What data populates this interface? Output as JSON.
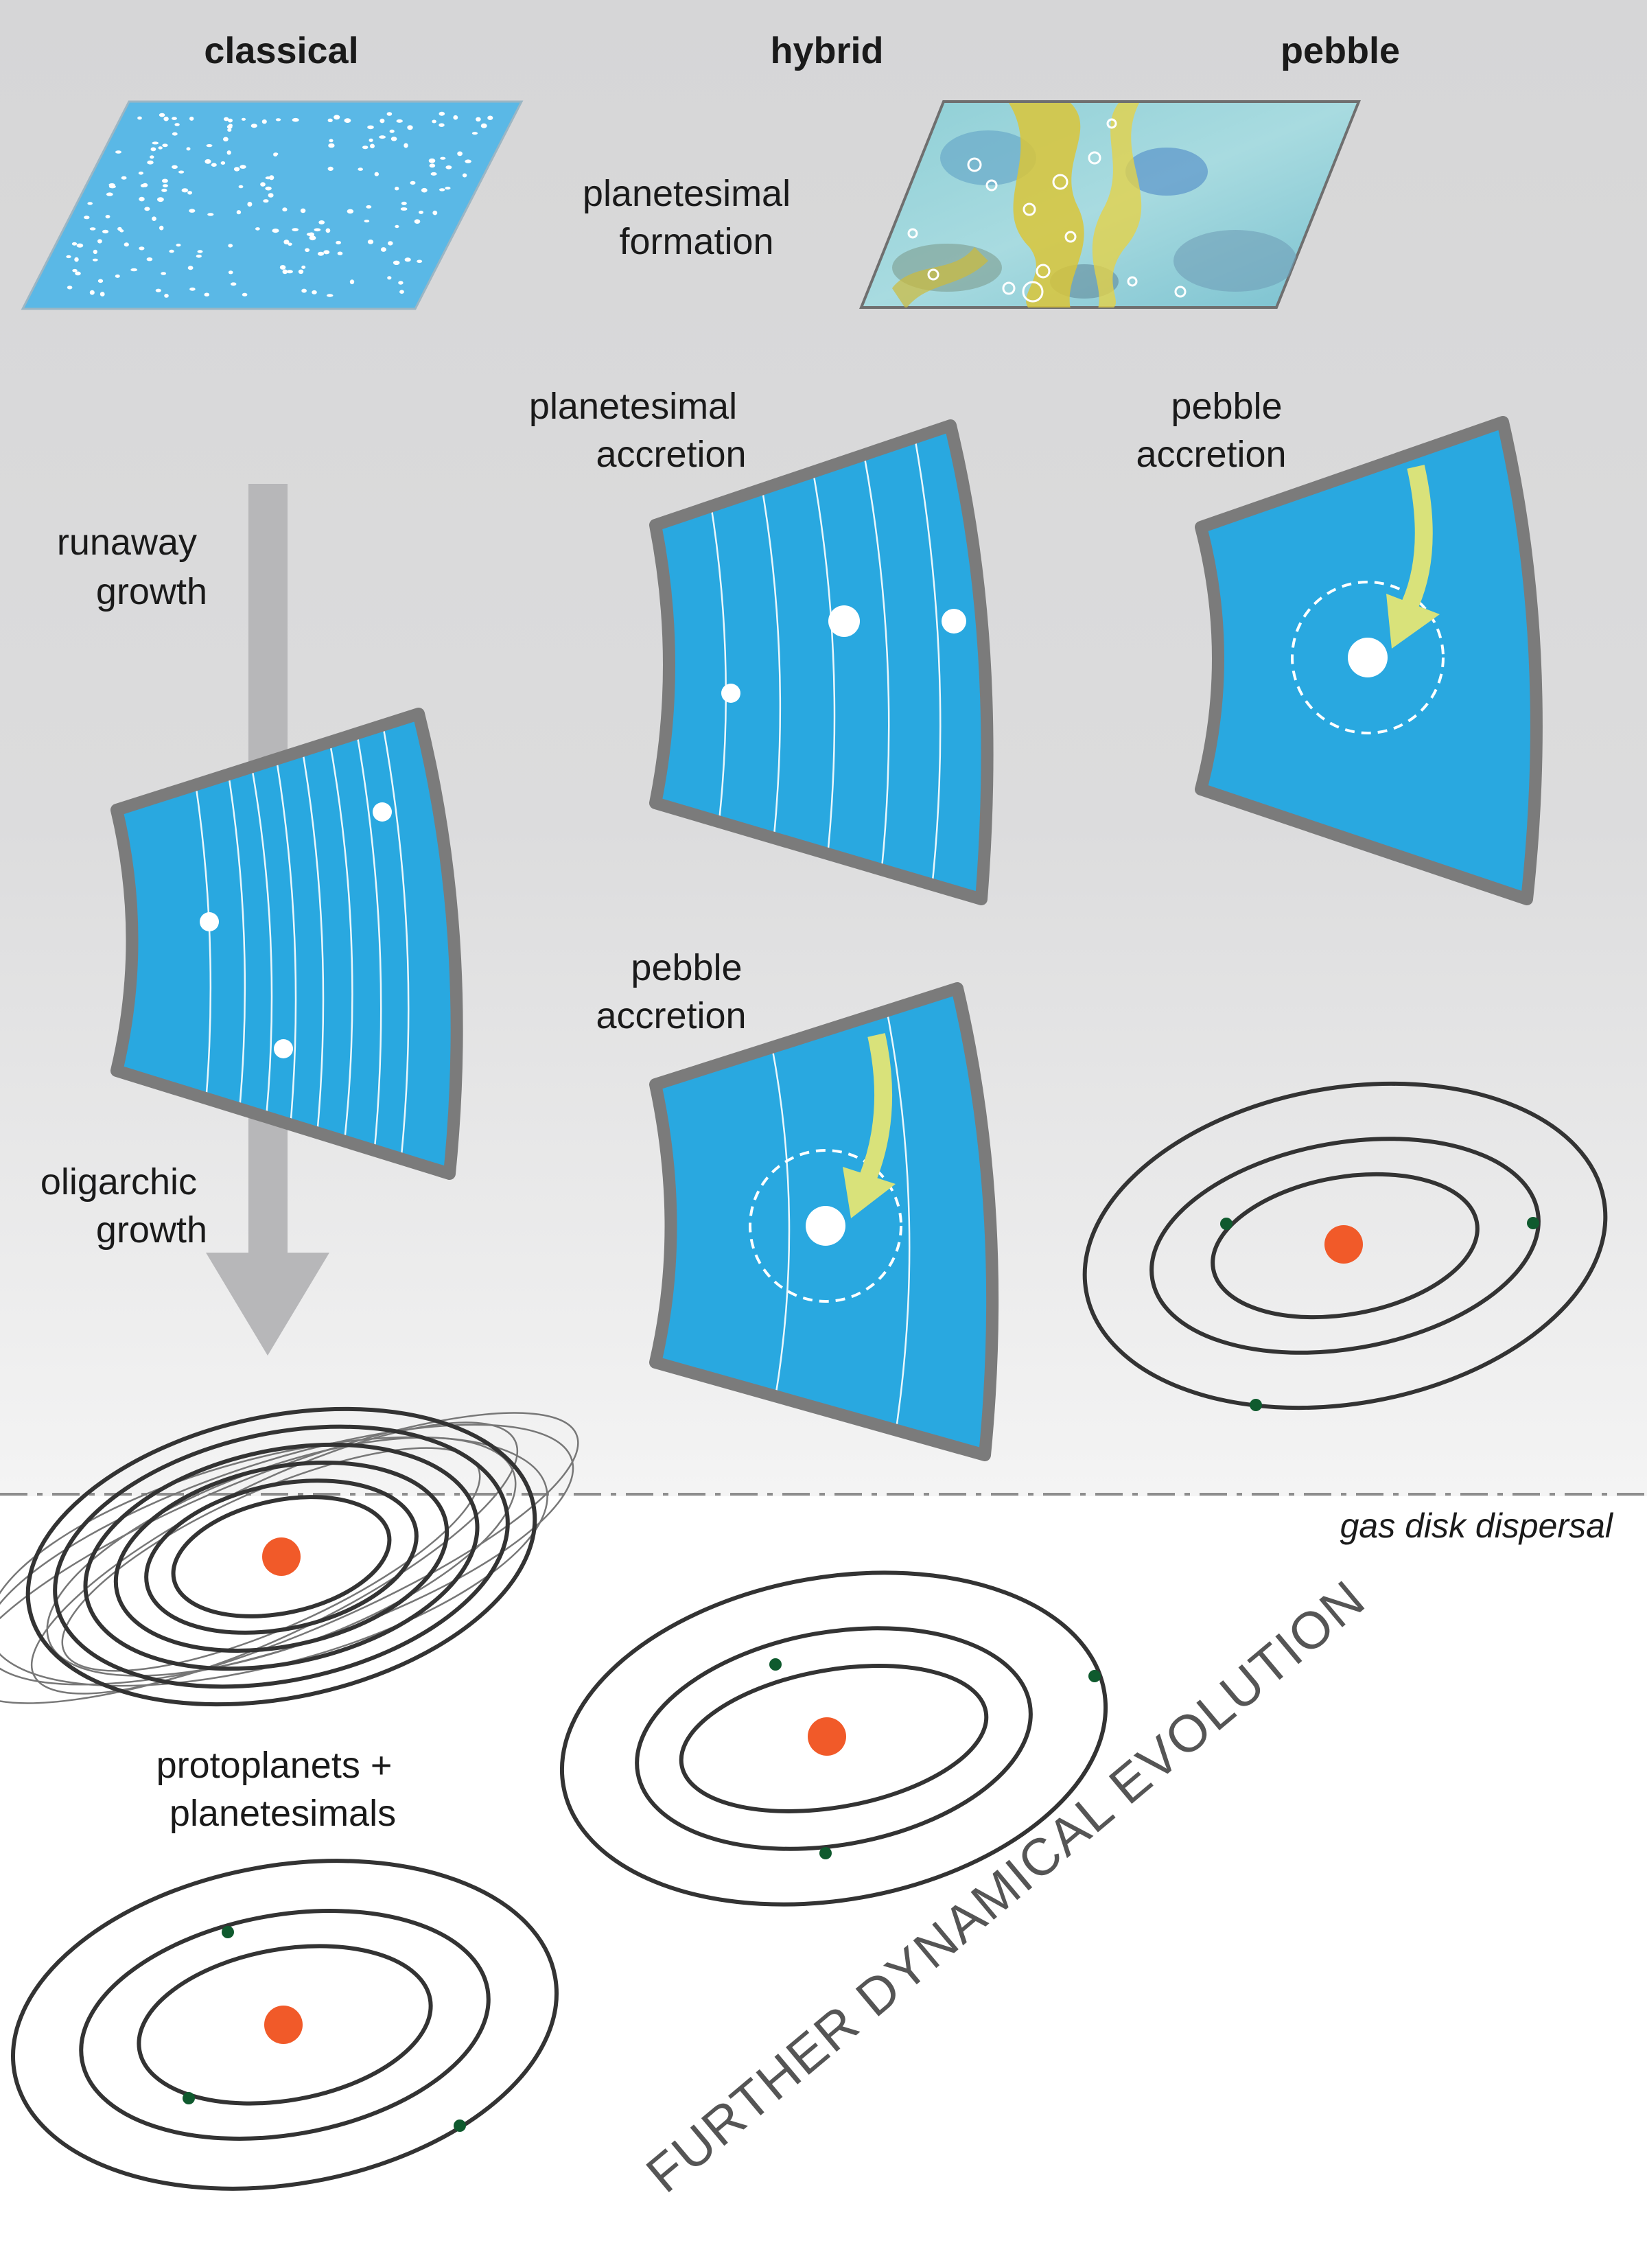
{
  "headers": {
    "classical": "classical",
    "hybrid": "hybrid",
    "pebble": "pebble"
  },
  "labels": {
    "planetesimal_formation": [
      "planetesimal",
      "formation"
    ],
    "planetesimal_accretion": [
      "planetesimal",
      "accretion"
    ],
    "pebble_accretion_top": [
      "pebble",
      "accretion"
    ],
    "pebble_accretion_mid": [
      "pebble",
      "accretion"
    ],
    "runaway_growth": [
      "runaway",
      "growth"
    ],
    "oligarchic_growth": [
      "oligarchic",
      "growth"
    ],
    "protoplanets": [
      "protoplanets +",
      "planetesimals"
    ],
    "gas_disk_dispersal": "gas disk dispersal",
    "further_evolution": "FURTHER DYNAMICAL EVOLUTION"
  },
  "colors": {
    "disk_blue": "#29a8e0",
    "pale_blue": "#5ab8e6",
    "frame_gray": "#7b7b7b",
    "arrow_gray": "#b7b7b9",
    "pebble_arrow": "#d9e27a",
    "star": "#f15a29",
    "planet": "#0f5a2e",
    "orbit": "#333333"
  }
}
